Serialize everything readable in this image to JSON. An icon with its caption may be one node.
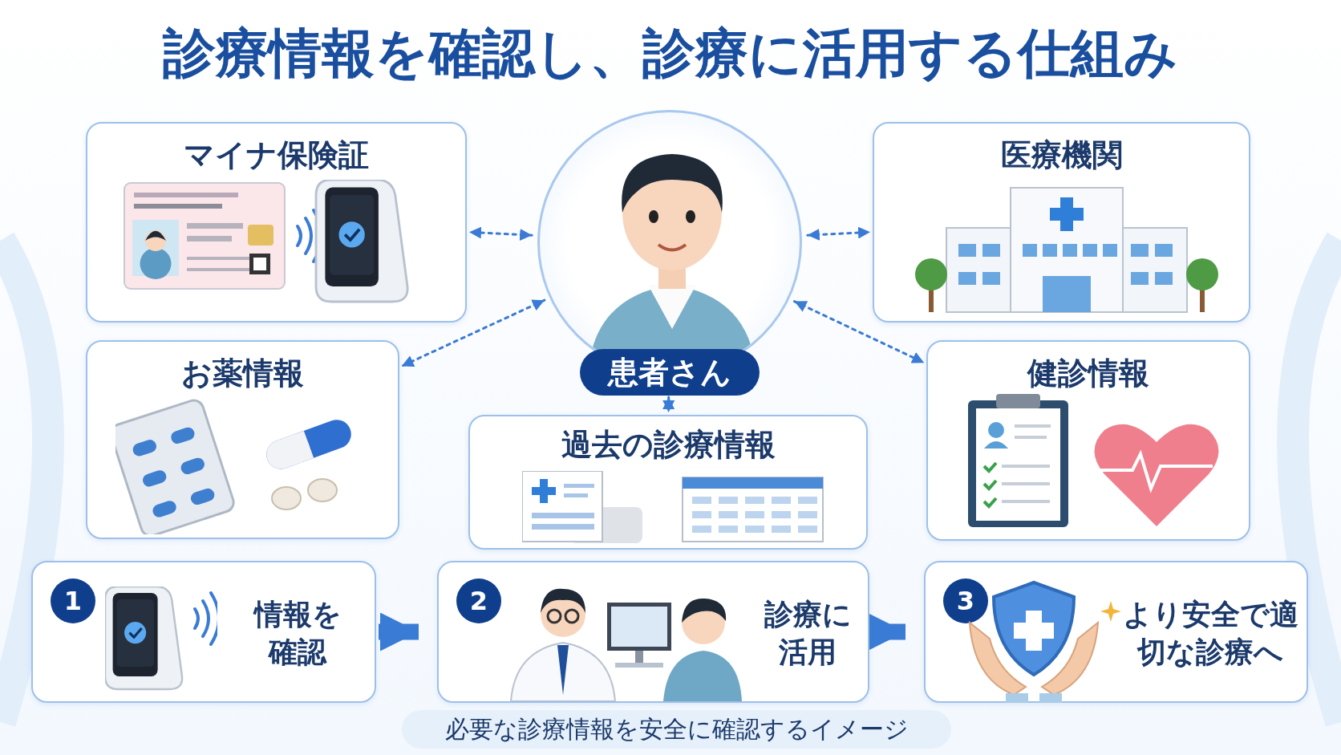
{
  "diagram": {
    "title": "診療情報を確認し、診療に活用する仕組み",
    "caption": "必要な診療情報を安全に確認するイメージ",
    "nodes": [
      {
        "text": [
          "マイナ保険証"
        ]
      },
      {
        "text": [
          "患者さん"
        ]
      },
      {
        "text": [
          "医療機関"
        ]
      },
      {
        "text": [
          "お薬情報"
        ]
      },
      {
        "text": [
          "健診情報"
        ]
      },
      {
        "text": [
          "過去の診療情報"
        ]
      },
      {
        "text": [
          "1",
          "情報を確認"
        ]
      },
      {
        "text": [
          "2",
          "診療に活用"
        ]
      },
      {
        "text": [
          "3",
          "より安全で適切な診療へ"
        ]
      }
    ],
    "edges": [
      {
        "from": 1,
        "to": 0,
        "arrow": "both",
        "style": "dashed"
      },
      {
        "from": 1,
        "to": 2,
        "arrow": "both",
        "style": "dashed"
      },
      {
        "from": 1,
        "to": 3,
        "arrow": "both",
        "style": "dashed"
      },
      {
        "from": 1,
        "to": 4,
        "arrow": "both",
        "style": "dashed"
      },
      {
        "from": 1,
        "to": 5,
        "arrow": "both",
        "style": "dashed"
      },
      {
        "from": 6,
        "to": 7,
        "arrow": "to",
        "style": "thick"
      },
      {
        "from": 7,
        "to": 8,
        "arrow": "to",
        "style": "thick"
      }
    ]
  }
}
